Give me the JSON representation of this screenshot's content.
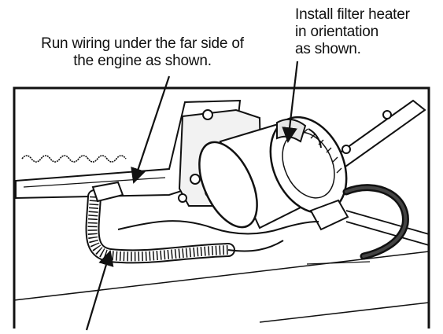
{
  "callouts": {
    "left": {
      "line1": "Run wiring under the far side of",
      "line2": "the engine as shown."
    },
    "right": {
      "line1": "Install filter heater",
      "line2": "in orientation",
      "line3": "as shown."
    }
  },
  "colors": {
    "ink": "#111111",
    "paper": "#ffffff",
    "shade": "#d9d9d9"
  }
}
